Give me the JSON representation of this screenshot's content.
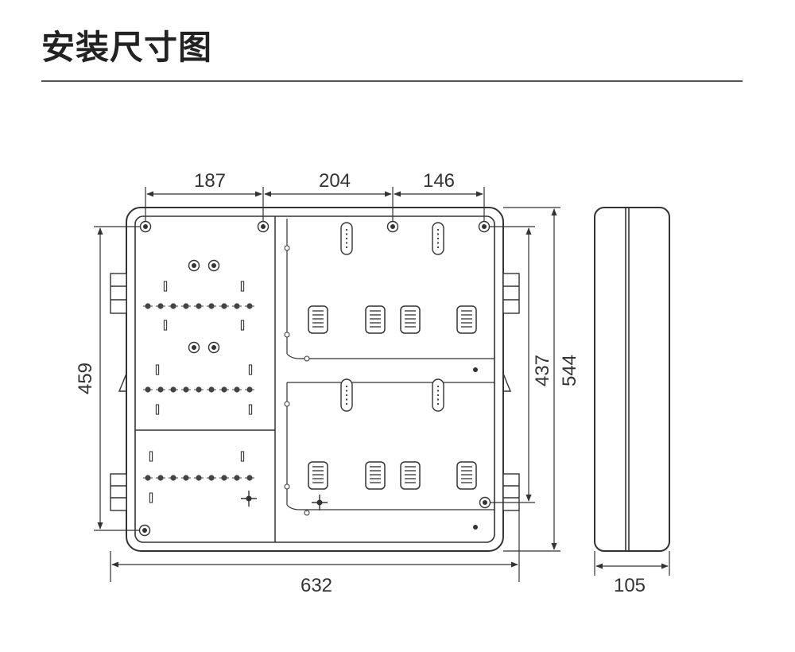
{
  "title": "安装尺寸图",
  "dimensions": {
    "top_left": "187",
    "top_middle": "204",
    "top_right": "146",
    "left_height": "459",
    "right_inner": "437",
    "right_outer": "544",
    "bottom_width": "632",
    "side_depth": "105"
  }
}
